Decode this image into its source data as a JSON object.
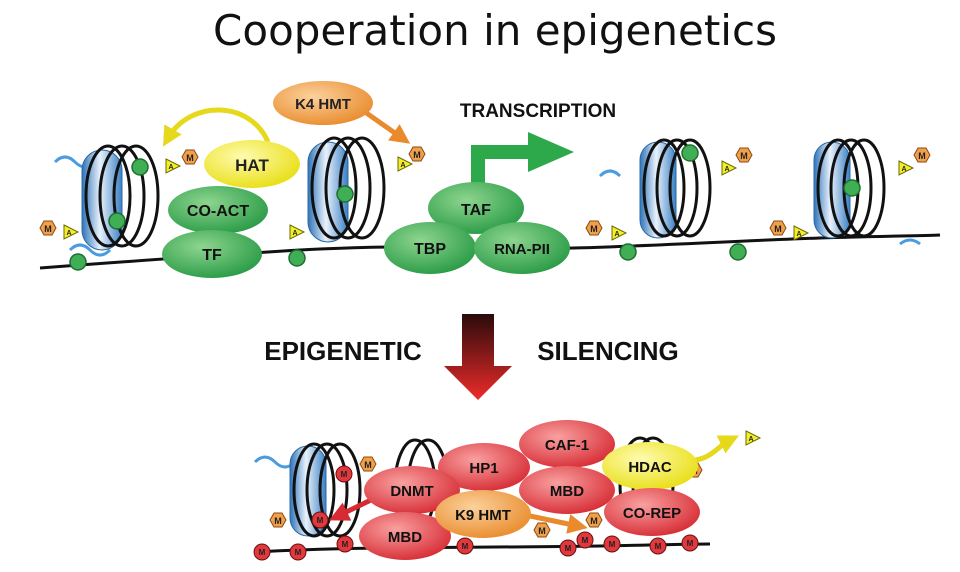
{
  "title": "Cooperation in epigenetics",
  "top": {
    "hat": "HAT",
    "k4hmt": "K4 HMT",
    "coact": "CO-ACT",
    "tf": "TF",
    "taf": "TAF",
    "tbp": "TBP",
    "rnapii": "RNA-PII",
    "transcription": "TRANSCRIPTION"
  },
  "middle": {
    "left": "EPIGENETIC",
    "right": "SILENCING"
  },
  "bottom": {
    "dnmt": "DNMT",
    "hp1": "HP1",
    "caf1": "CAF-1",
    "hdac": "HDAC",
    "mbd_a": "MBD",
    "mbd_b": "MBD",
    "k9hmt": "K9 HMT",
    "corep": "CO-REP"
  },
  "marks": {
    "methyl": "M",
    "acetyl": "A"
  },
  "colors": {
    "green": "#3fae55",
    "yellow": "#f3ee2a",
    "orange": "#ee9a3e",
    "red": "#e1383e",
    "nucleosome_blue": "#5b9bd5",
    "arrow_green": "#2da84a"
  }
}
